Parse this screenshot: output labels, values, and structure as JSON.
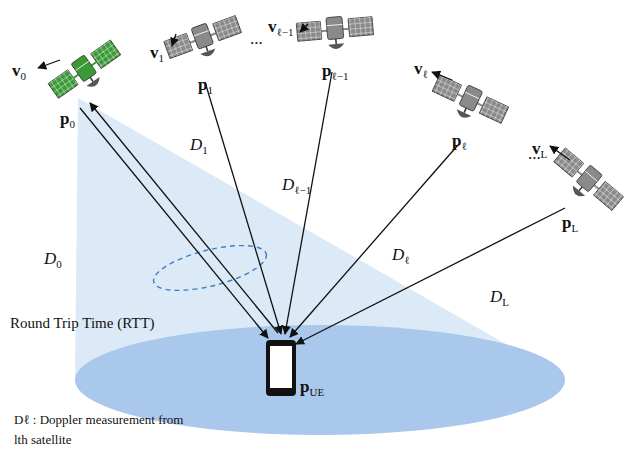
{
  "diagram": {
    "labels": [
      "v0",
      "p0",
      "v1",
      "p1",
      "...",
      "vℓ−1",
      "pℓ−1",
      "vℓ",
      "pℓ",
      "...",
      "vL",
      "pL",
      "D0",
      "D1",
      "Dℓ−1",
      "Dℓ",
      "DL",
      "Round Trip Time (RTT)",
      "pUE",
      "Dℓ : Doppler measurement from lth satellite"
    ]
  }
}
